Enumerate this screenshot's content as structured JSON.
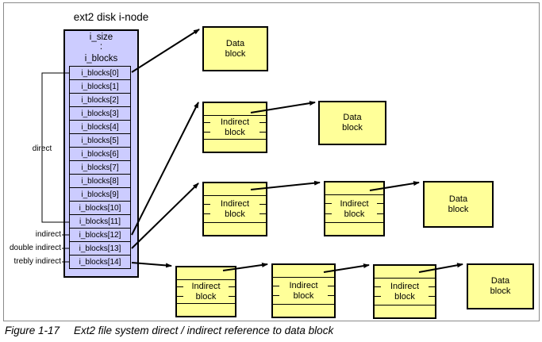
{
  "colors": {
    "inode_fill": "#CCCCFF",
    "block_fill": "#FFFF99",
    "box_border": "#000000",
    "frame_border": "#8A8A8A",
    "arrow": "#000000"
  },
  "figure": {
    "title": "ext2 disk i-node"
  },
  "caption": {
    "label": "Figure 1-17",
    "text": "Ext2 file system direct / indirect reference to data block"
  },
  "inode": {
    "header": {
      "size_field": "i_size",
      "ellipsis": ":",
      "blocks_field": "i_blocks"
    },
    "rows": [
      "i_blocks[0]",
      "i_blocks[1]",
      "i_blocks[2]",
      "i_blocks[3]",
      "i_blocks[4]",
      "i_blocks[5]",
      "i_blocks[6]",
      "i_blocks[7]",
      "i_blocks[8]",
      "i_blocks[9]",
      "i_blocks[10]",
      "i_blocks[11]",
      "i_blocks[12]",
      "i_blocks[13]",
      "i_blocks[14]"
    ]
  },
  "labels": {
    "direct": "direct",
    "indirect": "indirect",
    "double_indirect": "double indirect",
    "trebly_indirect": "trebly indirect"
  },
  "blocks": {
    "data_top": {
      "label": "Data block"
    },
    "indirect_single": {
      "label": "Indirect block"
    },
    "data_single": {
      "label": "Data block"
    },
    "indirect_double_1": {
      "label": "Indirect block"
    },
    "indirect_double_2": {
      "label": "Indirect block"
    },
    "data_double": {
      "label": "Data block"
    },
    "indirect_trebly_1": {
      "label": "Indirect block"
    },
    "indirect_trebly_2": {
      "label": "Indirect block"
    },
    "indirect_trebly_3": {
      "label": "Indirect block"
    },
    "data_trebly": {
      "label": "Data block"
    }
  }
}
